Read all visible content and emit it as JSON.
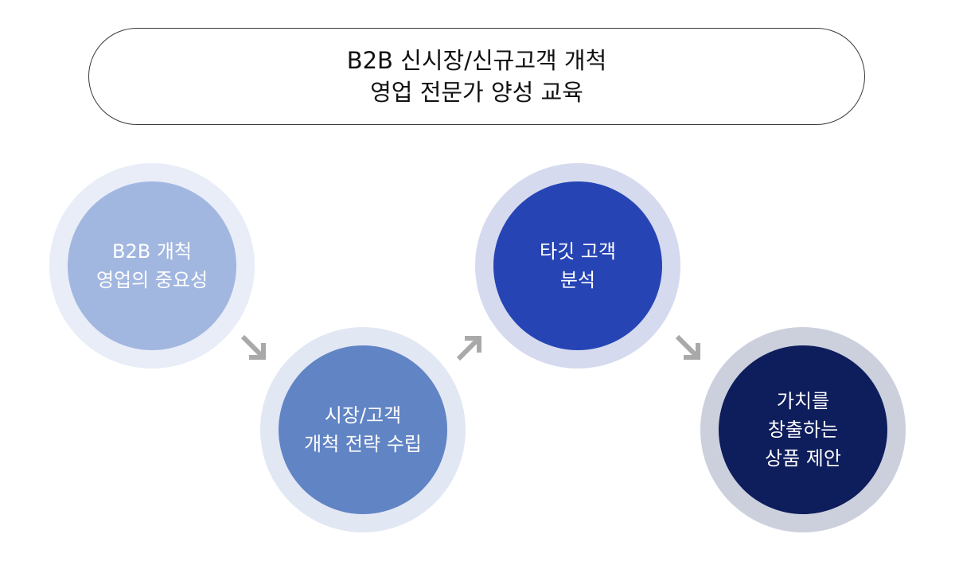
{
  "title": {
    "line1": "B2B 신시장/신규고객 개척",
    "line2": "영업 전문가 양성 교육"
  },
  "steps": [
    {
      "lines": [
        "B2B 개척",
        "영업의 중요성"
      ],
      "outer_color": "#e8edf8",
      "inner_color": "#a2b7e0"
    },
    {
      "lines": [
        "시장/고객",
        "개척 전략 수립"
      ],
      "outer_color": "#e2e7f4",
      "inner_color": "#6184c4"
    },
    {
      "lines": [
        "타깃 고객",
        "분석"
      ],
      "outer_color": "#d5daef",
      "inner_color": "#2744b5"
    },
    {
      "lines": [
        "가치를",
        "창출하는",
        "상품 제안"
      ],
      "outer_color": "#ccd0dd",
      "inner_color": "#0e1d5c"
    }
  ],
  "arrows": [
    {
      "direction": "down-right",
      "color": "#a9a9a9"
    },
    {
      "direction": "up-right",
      "color": "#a9a9a9"
    },
    {
      "direction": "down-right",
      "color": "#a9a9a9"
    }
  ]
}
